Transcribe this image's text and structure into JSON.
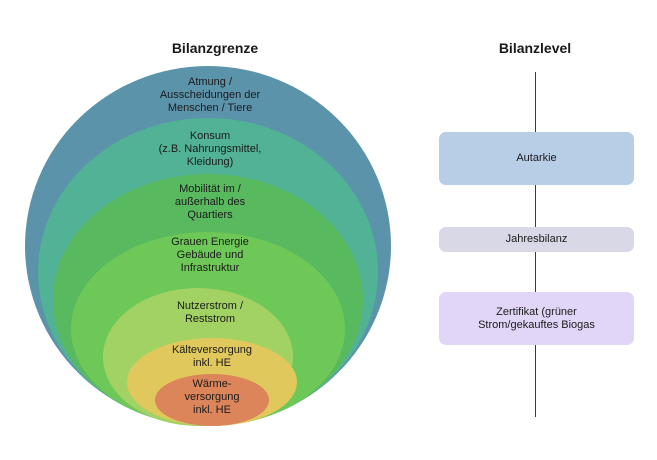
{
  "left_title": "Bilanzgrenze",
  "right_title": "Bilanzlevel",
  "layers": [
    {
      "label": "Atmung /\nAusscheidungen der\nMenschen / Tiere",
      "color": "#5b93ab"
    },
    {
      "label": "Konsum\n(z.B. Nahrungsmittel,\nKleidung)",
      "color": "#52b296"
    },
    {
      "label": "Mobilität im /\naußerhalb des\nQuartiers",
      "color": "#59b95f"
    },
    {
      "label": "Grauen Energie\nGebäude und\nInfrastruktur",
      "color": "#6ec857"
    },
    {
      "label": "Nutzerstrom /\nReststrom",
      "color": "#a3d264"
    },
    {
      "label": "Kälteversorgung\ninkl. HE",
      "color": "#e0c85c"
    },
    {
      "label": "Wärme-\nversorgung\ninkl. HE",
      "color": "#dd855a"
    }
  ],
  "levels": [
    {
      "label": "Autarkie",
      "color": "#b8cde6"
    },
    {
      "label": "Jahresbilanz",
      "color": "#d8d8e6"
    },
    {
      "label": "Zertifikat (grüner\nStrom/gekauftes Biogas",
      "color": "#e2d6f8"
    }
  ]
}
